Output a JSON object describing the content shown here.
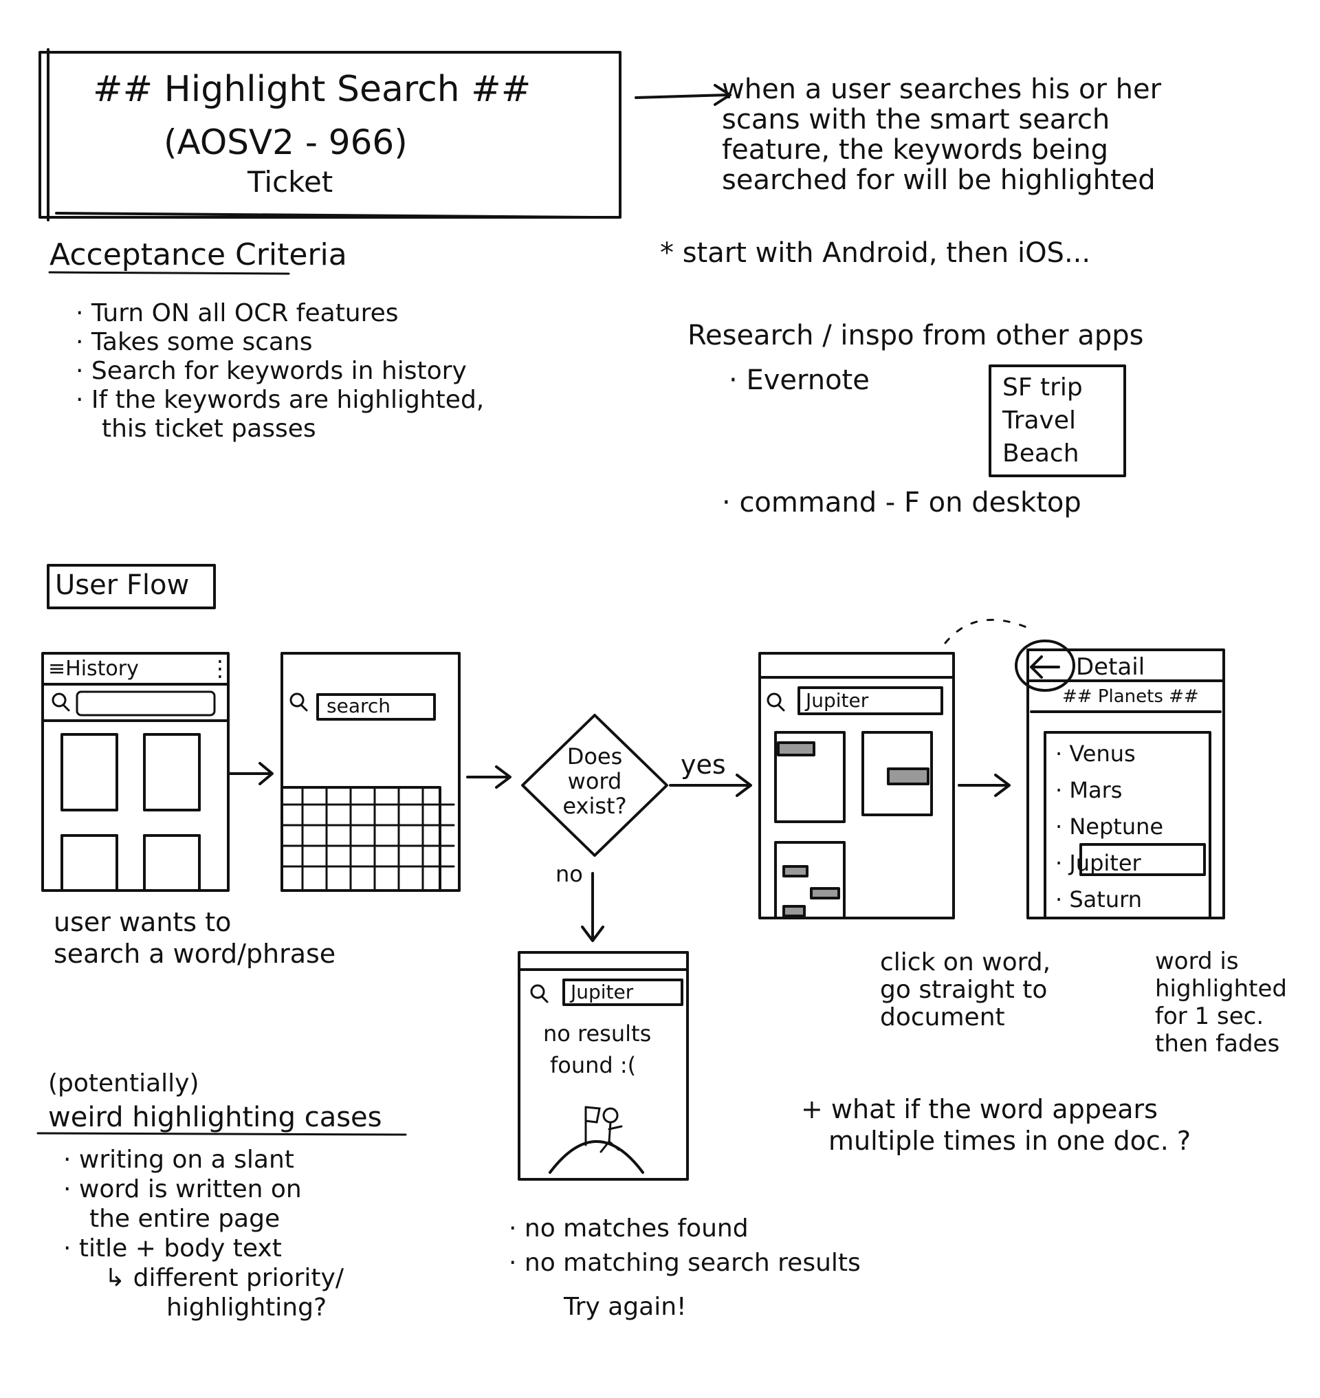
{
  "ticket": {
    "title": "## Highlight Search ##",
    "code": "(AOSV2 - 966)",
    "label": "Ticket"
  },
  "description": [
    "when a user searches his or her",
    "scans with the smart search",
    "feature, the keywords being",
    "searched for will be highlighted"
  ],
  "note_platform": "* start with Android, then iOS...",
  "acceptance": {
    "heading": "Acceptance Criteria",
    "items": [
      "Turn ON all OCR features",
      "Takes some scans",
      "Search for keywords in history",
      "If the keywords are highlighted,",
      "this ticket passes"
    ]
  },
  "research": {
    "heading": "Research / inspo from other apps",
    "evernote": "Evernote",
    "tags": [
      "SF trip",
      "Travel",
      "Beach"
    ],
    "desktop": "command - F on desktop"
  },
  "user_flow": {
    "label": "User Flow",
    "history": {
      "title": "History",
      "menu": "⋮"
    },
    "search_box": "search",
    "decision": [
      "Does",
      "word",
      "exist?"
    ],
    "yes": "yes",
    "no": "no",
    "results_query": "Jupiter",
    "no_results_query": "Jupiter",
    "no_results_text": [
      "no results",
      "found :("
    ],
    "detail": {
      "title": "Detail",
      "subtitle": "## Planets ##",
      "items": [
        "Venus",
        "Mars",
        "Neptune",
        "Jupiter",
        "Saturn"
      ]
    },
    "caption_history": [
      "user wants to",
      "search a word/phrase"
    ],
    "caption_click": [
      "click on word,",
      "go straight to",
      "document"
    ],
    "caption_highlight": [
      "word is",
      "highlighted",
      "for 1 sec.",
      "then fades"
    ]
  },
  "weird": {
    "pre": "(potentially)",
    "heading": "weird highlighting cases",
    "items": [
      "writing on a slant",
      "word is written on",
      "the entire page",
      "title + body text",
      "↳ different priority/",
      "highlighting?"
    ]
  },
  "no_match_notes": [
    "· no matches found",
    "· no matching search results",
    "Try again!"
  ],
  "multi_note": [
    "+ what if the word appears",
    "multiple times in one doc. ?"
  ]
}
